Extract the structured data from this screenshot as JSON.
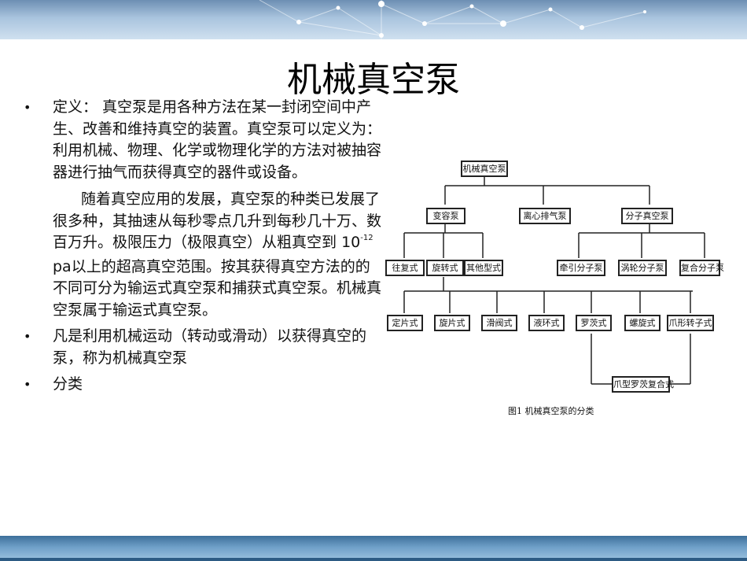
{
  "slide": {
    "title": "机械真空泵",
    "bullets": [
      {
        "paragraphs": [
          "定义：    真空泵是用各种方法在某一封闭空间中产生、改善和维持真空的装置。真空泵可以定义为：利用机械、物理、化学或物理化学的方法对被抽容器进行抽气而获得真空的器件或设备。",
          "随着真空应用的发展，真空泵的种类已发展了很多种，其抽速从每秒零点几升到每秒几十万、数百万升。极限压力（极限真空）从粗真空到",
          "以上的超高真空范围。按其获得真空方法的的不同可分为输运式真空泵和捕获式真空泵。机械真空泵属于输运式真空泵。"
        ],
        "pressure_base": "10",
        "pressure_exp": "-12",
        "pressure_unit": "pa"
      },
      {
        "paragraphs": [
          "凡是利用机械运动（转动或滑动）以获得真空的泵，称为机械真空泵"
        ]
      },
      {
        "paragraphs": [
          "分类"
        ]
      }
    ]
  },
  "diagram": {
    "root": "机械真空泵",
    "level1": [
      "变容泵",
      "离心排气泵",
      "分子真空泵"
    ],
    "variable_children": [
      "往复式",
      "旋转式",
      "其他型式"
    ],
    "molecular_children": [
      "牵引分子泵",
      "涡轮分子泵",
      "复合分子泵"
    ],
    "rotary_children": [
      "定片式",
      "旋片式",
      "滑阀式",
      "液环式",
      "罗茨式",
      "螺旋式",
      "爪形转子式"
    ],
    "composite": "爪型罗茨复合式",
    "caption": "图1 机械真空泵的分类"
  }
}
